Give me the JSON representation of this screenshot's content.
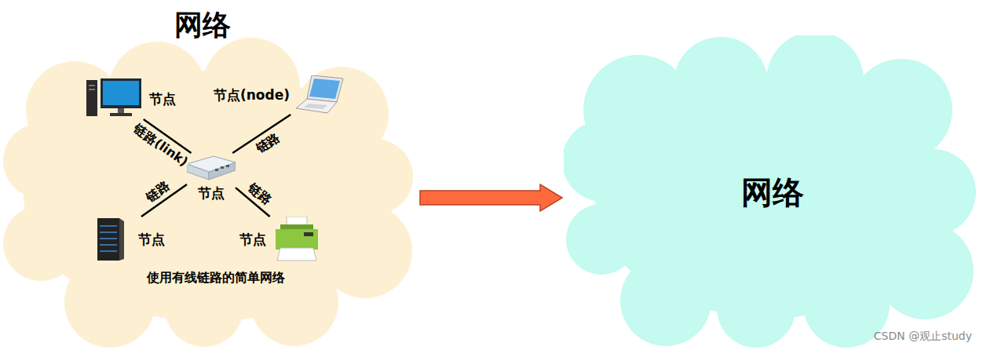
{
  "diagram": {
    "nodes": [
      {
        "text": [
          "网络",
          "使用有线链路的简单网络"
        ]
      },
      {
        "text": [
          "节点"
        ],
        "in": 0
      },
      {
        "text": [
          "节点(node)"
        ],
        "in": 0
      },
      {
        "text": [
          "节点"
        ],
        "in": 0
      },
      {
        "text": [
          "节点"
        ],
        "in": 0
      },
      {
        "text": [
          "节点"
        ],
        "in": 0
      },
      {
        "text": [
          "网络"
        ]
      }
    ],
    "edges": [
      {
        "from": 3,
        "to": 1,
        "arrow": "none",
        "label": "链路(link)"
      },
      {
        "from": 3,
        "to": 2,
        "arrow": "none",
        "label": "链路"
      },
      {
        "from": 3,
        "to": 4,
        "arrow": "none",
        "label": "链路"
      },
      {
        "from": 3,
        "to": 5,
        "arrow": "none",
        "label": "链路"
      },
      {
        "from": 0,
        "to": 6,
        "arrow": "to"
      }
    ],
    "labels": [
      "CSDN @观止study"
    ]
  }
}
